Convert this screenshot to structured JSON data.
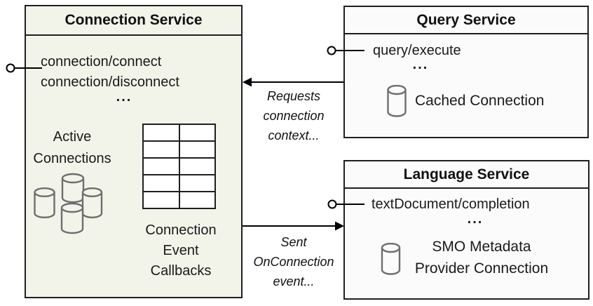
{
  "colors": {
    "connection_fill": "#f2f4ea",
    "service_fill": "#fbfbfb",
    "border": "#1f1f1f",
    "line": "#000000",
    "cylinder_stroke": "#6e6e6e"
  },
  "connection_service": {
    "title": "Connection Service",
    "method_1": "connection/connect",
    "method_2": "connection/disconnect",
    "ellipsis": "...",
    "active_line_1": "Active",
    "active_line_2": "Connections",
    "callbacks_line_1": "Connection",
    "callbacks_line_2": "Event",
    "callbacks_line_3": "Callbacks"
  },
  "query_service": {
    "title": "Query Service",
    "method_1": "query/execute",
    "ellipsis": "...",
    "cached_connection_label": "Cached Connection"
  },
  "language_service": {
    "title": "Language Service",
    "method_1": "textDocument/completion",
    "ellipsis": "...",
    "smo_line_1": "SMO Metadata",
    "smo_line_2": "Provider Connection"
  },
  "edge_labels": {
    "requests_line_1": "Requests",
    "requests_line_2": "connection",
    "requests_line_3": "context...",
    "sent_line_1": "Sent",
    "sent_line_2": "OnConnection",
    "sent_line_3": "event..."
  }
}
